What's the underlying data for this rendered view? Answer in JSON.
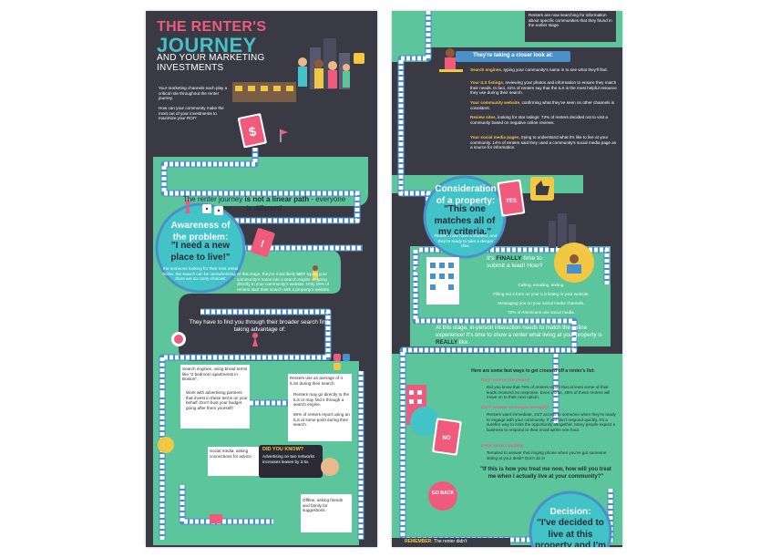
{
  "left": {
    "title_the": "THE RENTER'S",
    "title_journey": "JOURNEY",
    "title_sub": "AND YOUR MARKETING INVESTMENTS",
    "intro1": "Your marketing channels each play a critical role throughout the renter journey.",
    "intro2": "How can your community make the most out of your investments to maximize your ROI?",
    "nonlinear_a": "The renter journey ",
    "nonlinear_b": "is not a linear path",
    "nonlinear_c": " - everyone is different!",
    "awareness_title": "Awareness of the problem:",
    "awareness_quote": "\"I need a new place to live!\"",
    "awareness_body": "For someone looking for their next rental home, the search can be overwhelming - there are so many choices!",
    "stage_a": "At this stage, they're most likely ",
    "stage_b": "NOT",
    "stage_c": " typing your community's name into a search engine or going directly to your community's website. Only 16% of renters start their search with a property's website.",
    "broader": "They have to find you through their broader search first, taking advantage of:",
    "search_engines": "Search engines, using broad terms like \"2 bedroom apartments in Boston\".",
    "search_engines_2": "Work with advertising partners that invest in these terms on your behalf. Don't bust your budget going after them yourself!",
    "ils_a": "Renters use an average of 4 ILSs during their search.",
    "ils_b": "Renters may go directly to the ILS or may find it through a search engine.",
    "ils_c": "86% of renters report using an ILS at some point during their search.",
    "social": "Social media, asking connections for advice.",
    "dyk_title": "DID YOU KNOW?",
    "dyk_body": "Advertising on two networks increases leases by 3.5x.",
    "offline": "Offline, asking friends and family for suggestions."
  },
  "right": {
    "searching": "Renters are now searching for information about specific communities that they found in the earlier stage.",
    "closer": "They're taking a closer look at:",
    "search_eng_label": "Search engines",
    "search_eng_body": ", typing your community's name in to see what they'll find.",
    "ils_label": "Your ILS listings",
    "ils_body": ", reviewing your photos and information to ensure they match their needs. In fact, 41% of renters say that the ILS is the most helpful resource they use during their search.",
    "web_label": "Your community website",
    "web_body": ", confirming what they've seen on other channels is consistent.",
    "review_label": "Review sites",
    "review_body": ", looking for star ratings: 72% of renters decided not to visit a community based on negative online reviews.",
    "smp_label": "Your social media pages",
    "smp_body": ", trying to understand what it's like to live at your community. 14% of renters said they used a community's social media page as a source for information.",
    "consideration_title": "Consideration of a property:",
    "consideration_quote": "\"This one matches all of my criteria.\"",
    "consideration_body": "Renters now have a shortlist, and they're ready to take a deeper dive.",
    "yes": "YES",
    "finally_a": "It's ",
    "finally_b": "FINALLY",
    "finally_c": " time to submit a lead! How?",
    "calling": "Calling, emailing, texting.",
    "form": "Filling out a form on your ILS listing or your website.",
    "messaging": "Messaging you on your social media channels.",
    "americans": "70% of Americans use social media.",
    "inperson_a": "At this stage, in-person interaction needs to match the online experience! It's time to show a renter what living at your property is ",
    "inperson_b": "REALLY",
    "inperson_c": " like.",
    "crossed": "Here are some fast ways to get crossed off a renter's list:",
    "phone_label": "Don't answer the phone!",
    "phone_body": "Did you know that 75% of renters report that at least some of their leads received no response. Even worse, 48% of these renters will move on to their next option.",
    "msg_label": "Don't answer messages promptly!",
    "msg_body": "Renters want immediate, 24/7 access to someone when they're ready to engage with your community. If you don't respond quickly, it's a surefire way to miss the opportunity altogether. Many people expect a business to respond to their email within one hour.",
    "wait_label": "Keep renters waiting!",
    "wait_body": "Tempted to answer that ringing phone when you've got someone sitting at your desk? Don't do it!",
    "no": "NO",
    "quote": "\"If this is how you treat me now, how will you treat me when I actually live at your community?\"",
    "go_back": "GO BACK",
    "decision_title": "Decision:",
    "decision_quote": "\"I've decided to live at this property and I'm",
    "remember_a": "REMEMBER:",
    "remember_b": " The renter didn't"
  },
  "colors": {
    "panel": "#3a3a45",
    "green": "#5cc59b",
    "track": "#4a90c9",
    "pink": "#ef5a7d",
    "yellow": "#f2c744",
    "teal": "#41c3c7"
  }
}
